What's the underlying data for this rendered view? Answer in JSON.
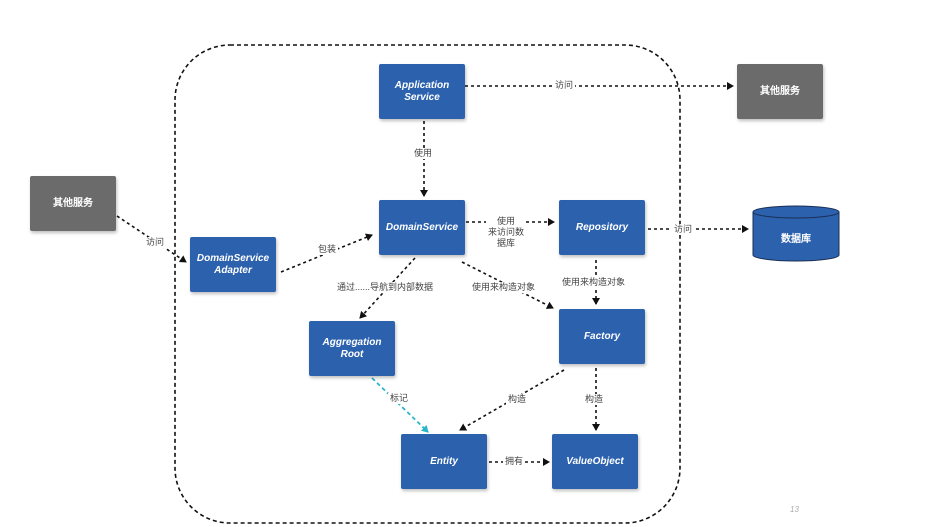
{
  "nodes": {
    "application_service": "Application\nService",
    "domain_service": "DomainService",
    "repository": "Repository",
    "adapter": "DomainService\nAdapter",
    "aggregation_root": "Aggregation\nRoot",
    "factory": "Factory",
    "entity": "Entity",
    "value_object": "ValueObject",
    "other_service_right": "其他服务",
    "other_service_left": "其他服务",
    "database": "数据库"
  },
  "edges": {
    "access_top": "访问",
    "use_app_domain": "使用",
    "access_left": "访问",
    "wrap": "包装",
    "use_repo": "使用\n来访问数\n据库",
    "access_db": "访问",
    "navigate": "通过......导航到内部数据",
    "use_construct_domain": "使用来构造对象",
    "use_construct_repo": "使用来构造对象",
    "mark": "标记",
    "construct_entity": "构造",
    "construct_value": "构造",
    "own": "拥有"
  },
  "page_number": "13",
  "colors": {
    "node_blue": "#2b61ad",
    "node_gray": "#6b6b6b",
    "mark_arrow": "#26b5c9"
  }
}
